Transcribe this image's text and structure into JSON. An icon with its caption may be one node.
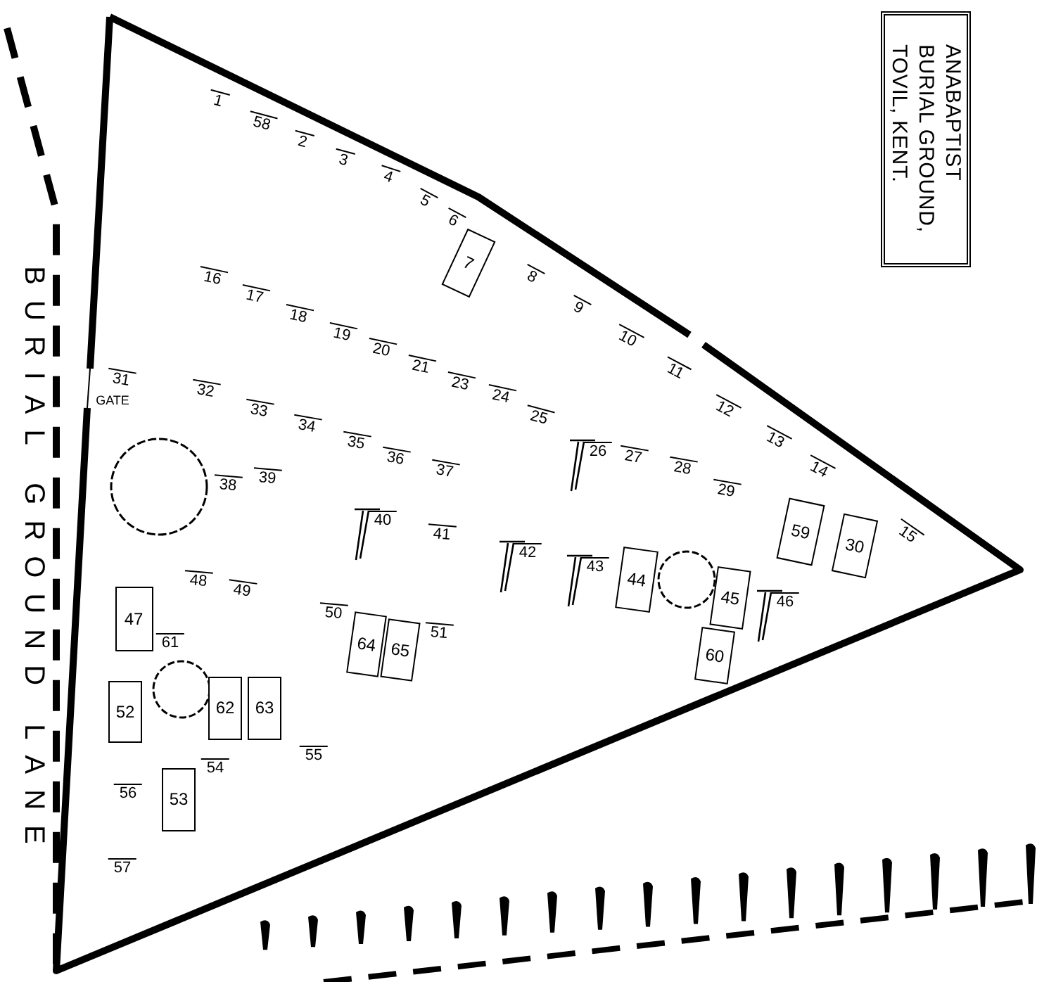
{
  "diagram": {
    "title": "ANABAPTIST BURIAL GROUND, TOVIL, KENT.",
    "nodes": [
      {
        "text": [
          "7"
        ]
      },
      {
        "text": [
          "59"
        ]
      },
      {
        "text": [
          "30"
        ]
      },
      {
        "text": [
          "44"
        ]
      },
      {
        "text": [
          "45"
        ]
      },
      {
        "text": [
          "60"
        ]
      },
      {
        "text": [
          "47"
        ]
      },
      {
        "text": [
          "64"
        ]
      },
      {
        "text": [
          "65"
        ]
      },
      {
        "text": [
          "52"
        ]
      },
      {
        "text": [
          "62"
        ]
      },
      {
        "text": [
          "63"
        ]
      },
      {
        "text": [
          "53"
        ]
      }
    ],
    "labels": [
      "BURIAL GROUND LANE",
      "GATE",
      "1",
      "58",
      "2",
      "3",
      "4",
      "5",
      "6",
      "8",
      "9",
      "10",
      "11",
      "12",
      "13",
      "14",
      "15",
      "16",
      "17",
      "18",
      "19",
      "20",
      "21",
      "23",
      "24",
      "25",
      "26",
      "27",
      "28",
      "29",
      "31",
      "32",
      "33",
      "34",
      "35",
      "36",
      "37",
      "38",
      "39",
      "40",
      "41",
      "42",
      "43",
      "46",
      "48",
      "49",
      "50",
      "51",
      "61",
      "54",
      "55",
      "56",
      "57"
    ]
  }
}
